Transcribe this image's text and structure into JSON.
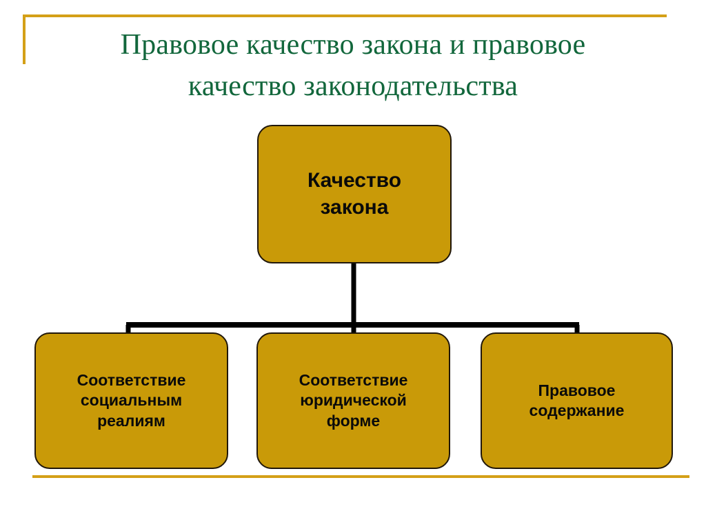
{
  "slide": {
    "title": "Правовое качество закона и правовое\nкачество законодательства",
    "background_color": "#FFFFFF",
    "title_color": "#12673C",
    "rule_color": "#D4A017",
    "node_fill_color": "#C99A08",
    "node_border_color": "#20170A",
    "node_text_color": "#0A0A0A",
    "connector_color": "#000000"
  },
  "chart_data": {
    "type": "diagram",
    "diagram_kind": "org-chart",
    "title": "Правовое качество закона и правовое качество законодательства",
    "orientation": "top-down",
    "root": {
      "id": "root",
      "label": "Качество\nзакона"
    },
    "children": [
      {
        "id": "leaf-1",
        "label": "Соответствие\nсоциальным\nреалиям",
        "parent": "root"
      },
      {
        "id": "leaf-2",
        "label": "Соответствие\nюридической\nформе",
        "parent": "root"
      },
      {
        "id": "leaf-3",
        "label": "Правовое\nсодержание",
        "parent": "root"
      }
    ],
    "edges": [
      {
        "from": "root",
        "to": "leaf-1"
      },
      {
        "from": "root",
        "to": "leaf-2"
      },
      {
        "from": "root",
        "to": "leaf-3"
      }
    ],
    "levels": 2,
    "node_count": 4
  }
}
